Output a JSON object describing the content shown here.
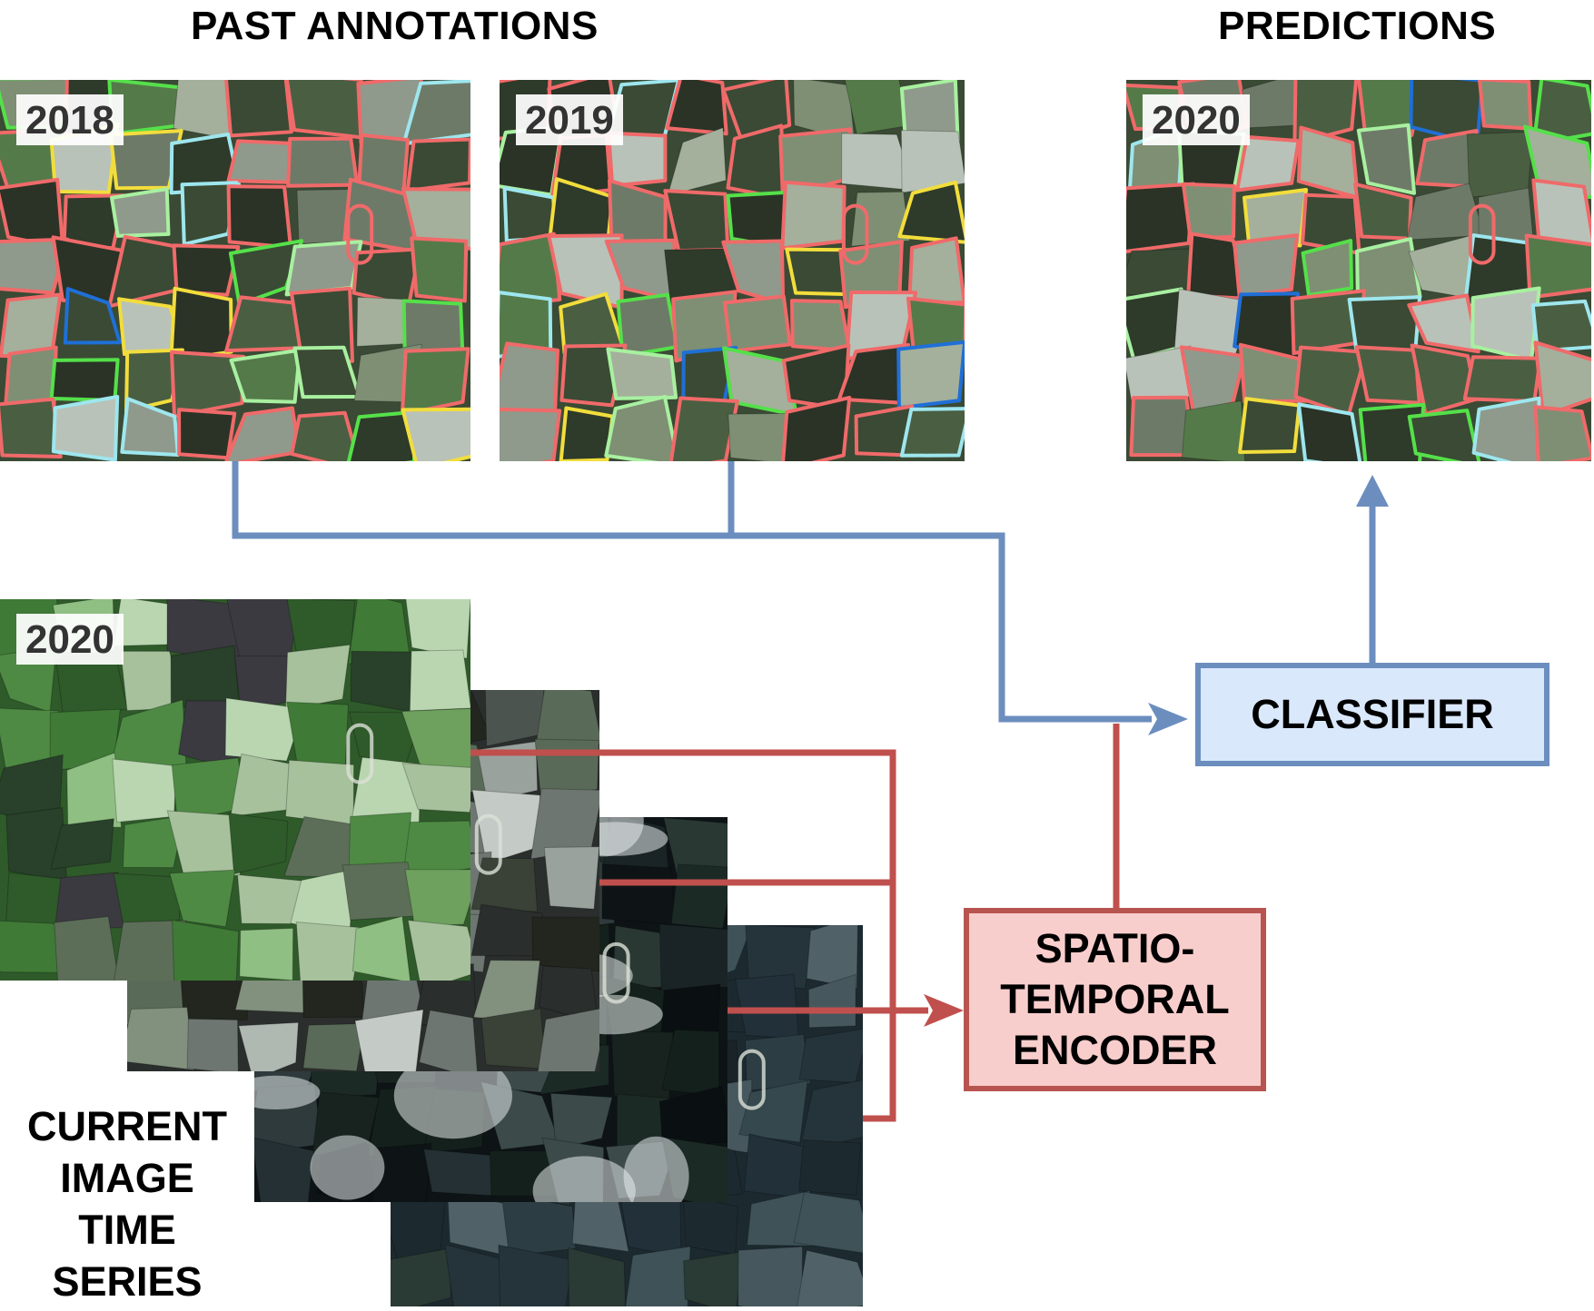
{
  "headings": {
    "past_annotations": "PAST ANNOTATIONS",
    "predictions": "PREDICTIONS"
  },
  "tiles": {
    "annotation_2018": "2018",
    "annotation_2019": "2019",
    "prediction_2020": "2020",
    "current_2020": "2020"
  },
  "blocks": {
    "classifier": "CLASSIFIER",
    "encoder_line1": "SPATIO-",
    "encoder_line2": "TEMPORAL",
    "encoder_line3": "ENCODER"
  },
  "series_label": {
    "line1": "CURRENT",
    "line2": "IMAGE",
    "line3": "TIME",
    "line4": "SERIES"
  },
  "colors": {
    "blue_arrow": "#6c8ebf",
    "red_arrow": "#c0504d",
    "classifier_fill": "#dae8fc",
    "encoder_fill": "#f8cecc",
    "parcel_red": "#f06a6a",
    "parcel_yellow": "#f2dd3c",
    "parcel_green": "#55e04a",
    "parcel_light_green": "#a8f0a0",
    "parcel_blue": "#1f6fd6",
    "parcel_cyan": "#9ee6ee"
  }
}
